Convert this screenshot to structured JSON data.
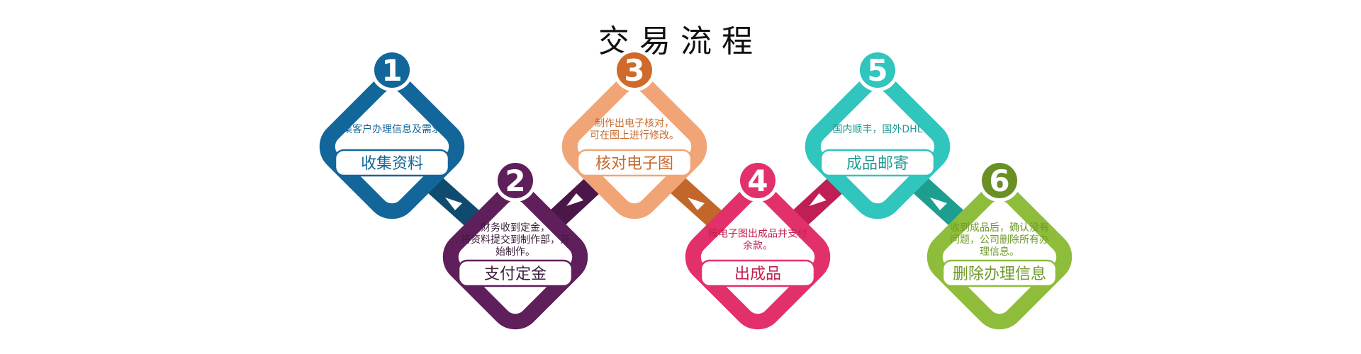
{
  "title": "交易流程",
  "steps": [
    {
      "number": "1",
      "label": "收集资料",
      "desc": [
        "收集客户办理信息及需求。"
      ],
      "color": "#13669a",
      "label_color": "#13669a"
    },
    {
      "number": "2",
      "label": "支付定金",
      "desc": [
        "财务收到定金，",
        "将资料提交到制作部，开",
        "始制作。"
      ],
      "color": "#5f1f5b",
      "label_color": "#3a1f3a"
    },
    {
      "number": "3",
      "label": "核对电子图",
      "desc": [
        "制作出电子核对，",
        "可在图上进行修改。"
      ],
      "color": "#f1a577",
      "label_color": "#c4692d",
      "num_color": "#cf6a2a"
    },
    {
      "number": "4",
      "label": "出成品",
      "desc": [
        "按电子图出成品并支付",
        "余款。"
      ],
      "color": "#e2306a",
      "label_color": "#c2224f"
    },
    {
      "number": "5",
      "label": "成品邮寄",
      "desc": [
        "国内顺丰，国外DHL"
      ],
      "color": "#30c5bd",
      "label_color": "#1f9a93"
    },
    {
      "number": "6",
      "label": "删除办理信息",
      "desc": [
        "收到成品后，确认没有",
        "问题，公司删除所有办",
        "理信息。"
      ],
      "color": "#8ebd3c",
      "label_color": "#6e9a28",
      "num_color": "#6a8f24"
    }
  ],
  "connectors": [
    {
      "from": "1",
      "to": "2",
      "color": "#0e4b6f"
    },
    {
      "from": "2",
      "to": "3",
      "color": "#4a1748"
    },
    {
      "from": "3",
      "to": "4",
      "color": "#c2662a"
    },
    {
      "from": "4",
      "to": "5",
      "color": "#bf1f55"
    },
    {
      "from": "5",
      "to": "6",
      "color": "#1e9e8f"
    }
  ]
}
